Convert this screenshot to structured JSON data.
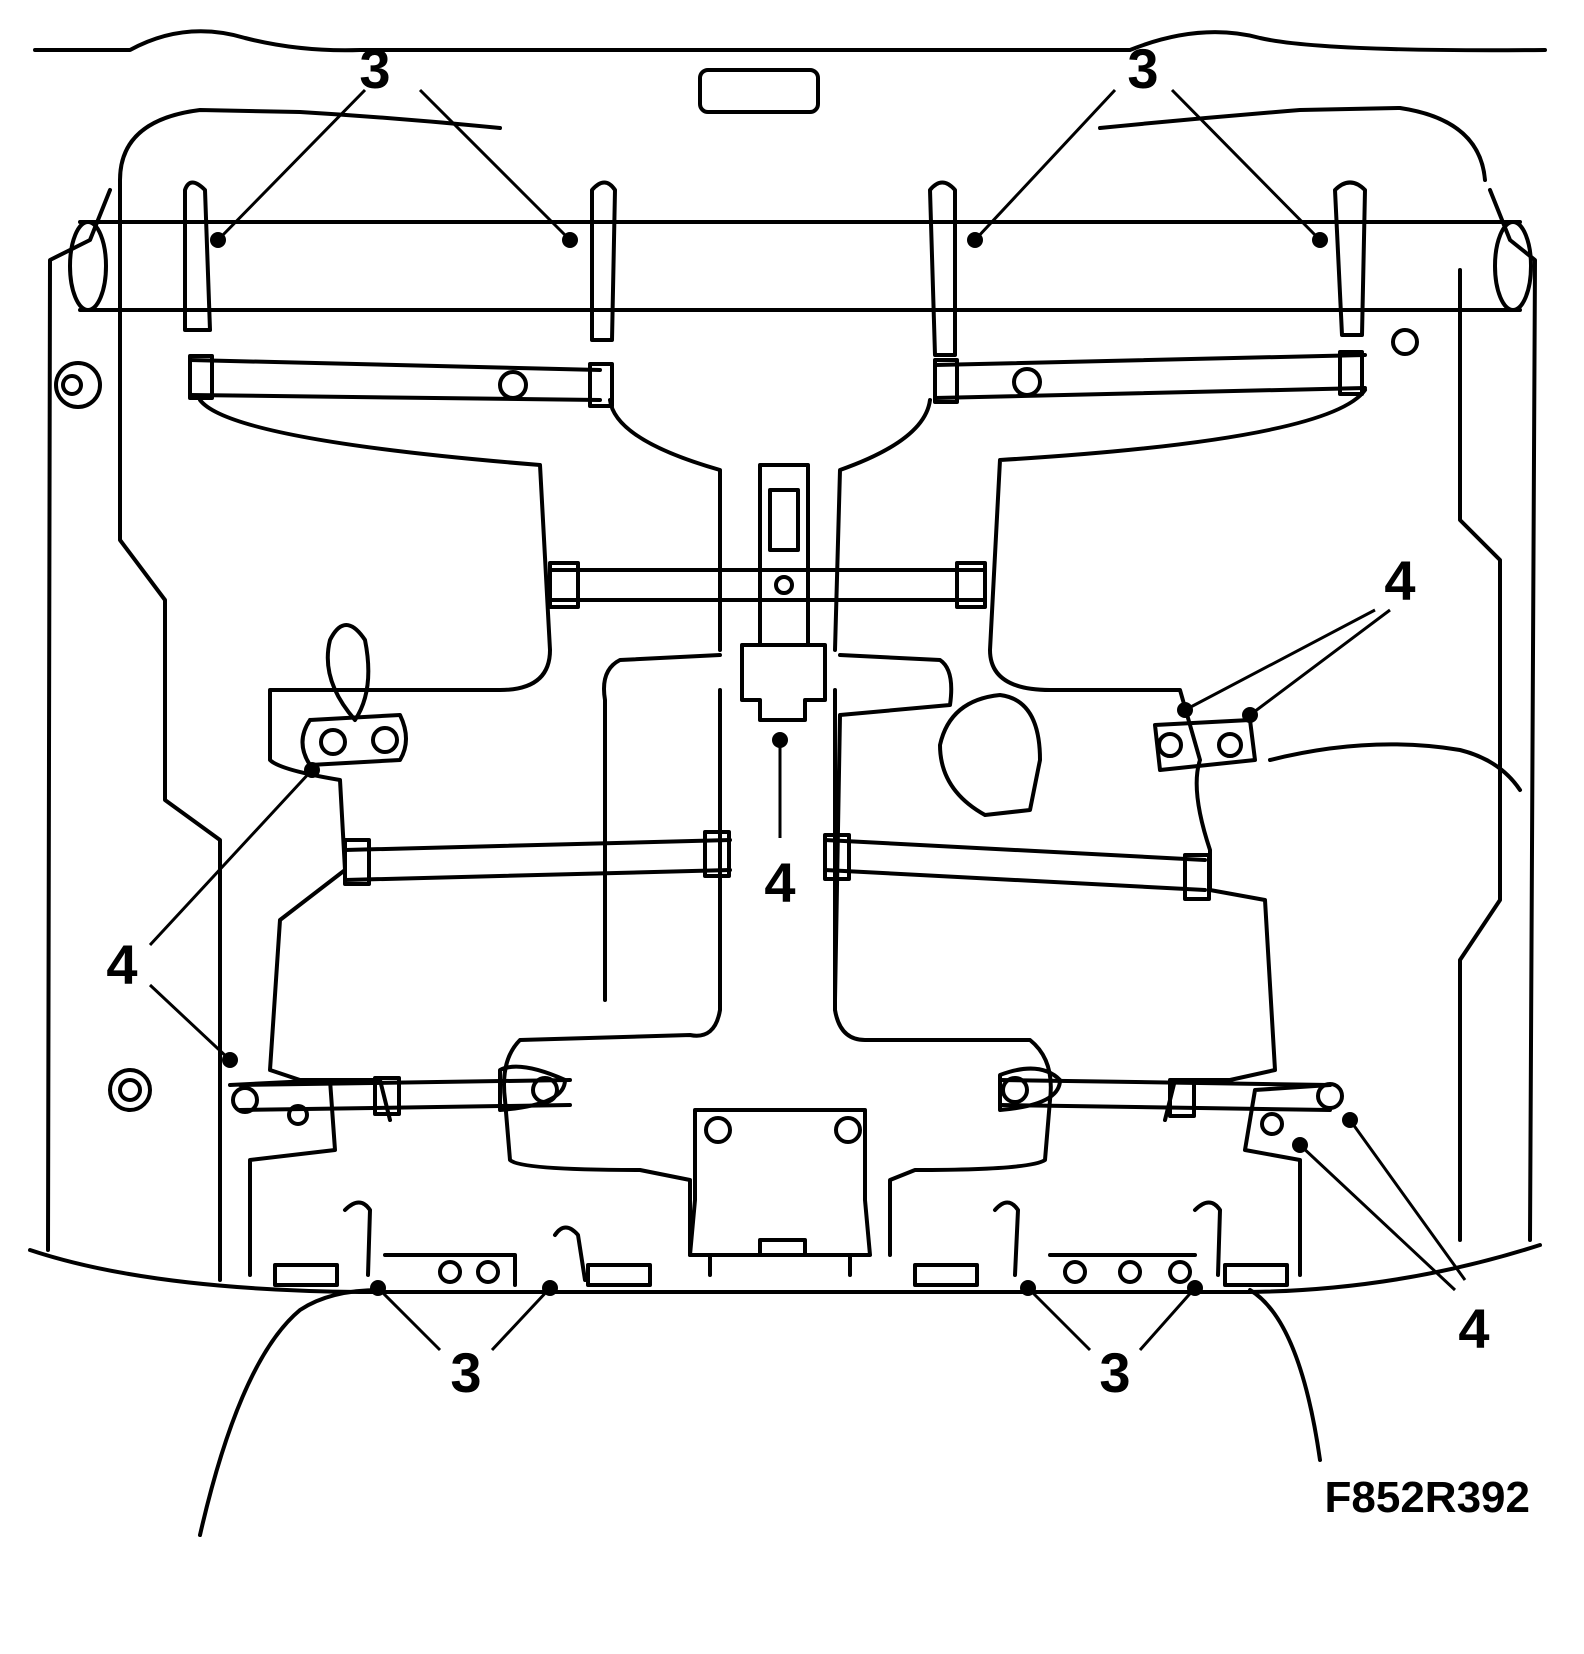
{
  "figure": {
    "reference_code": "F852R392",
    "callouts": {
      "c3_top_left": "3",
      "c3_top_right": "3",
      "c3_bottom_left": "3",
      "c3_bottom_right": "3",
      "c4_center": "4",
      "c4_upper_right": "4",
      "c4_left": "4",
      "c4_lower_right": "4"
    }
  },
  "colors": {
    "line": "#000000",
    "background": "#ffffff"
  }
}
